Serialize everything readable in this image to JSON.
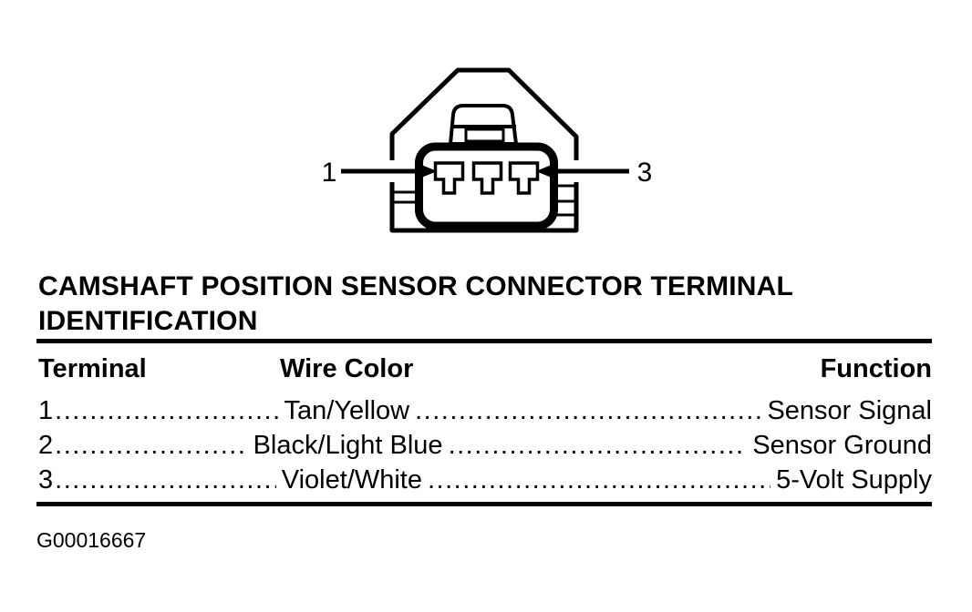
{
  "figure": {
    "left_pin_label": "1",
    "right_pin_label": "3"
  },
  "title": "CAMSHAFT POSITION SENSOR CONNECTOR TERMINAL IDENTIFICATION",
  "table": {
    "headers": [
      "Terminal",
      "Wire Color",
      "Function"
    ],
    "leader_char": ".",
    "rows": [
      {
        "terminal": "1",
        "wire_color": "Tan/Yellow",
        "function": "Sensor Signal"
      },
      {
        "terminal": "2",
        "wire_color": "Black/Light Blue",
        "function": "Sensor Ground"
      },
      {
        "terminal": "3",
        "wire_color": "Violet/White",
        "function": "5-Volt Supply"
      }
    ]
  },
  "footer": {
    "figure_id": "G00016667"
  },
  "colors": {
    "ink": "#000000",
    "paper": "#ffffff"
  }
}
